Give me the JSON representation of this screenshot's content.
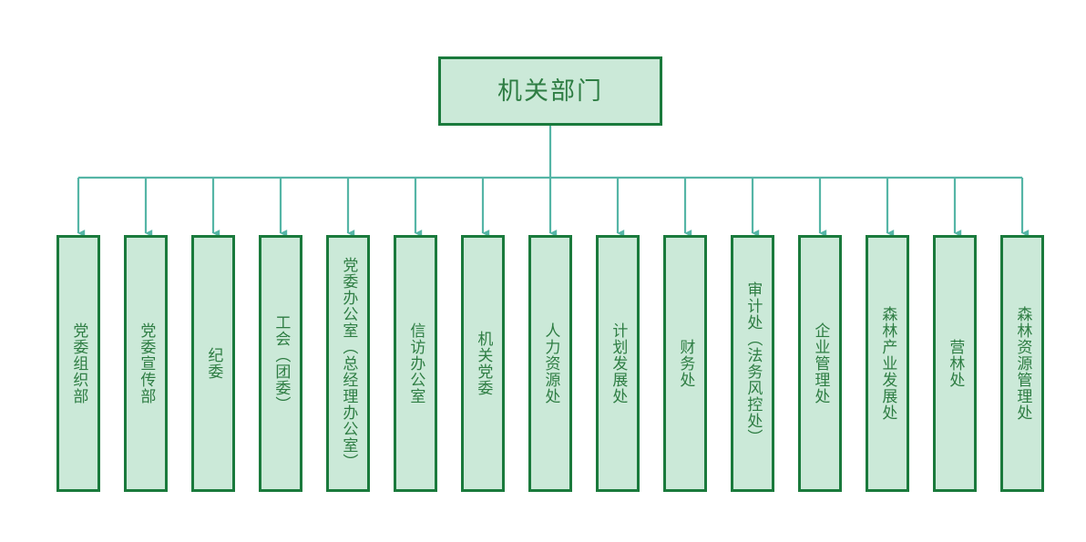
{
  "diagram": {
    "type": "organization-chart",
    "orientation": "top-down",
    "colors": {
      "node_fill": "#cbe9d8",
      "node_border": "#1a7a3c",
      "node_text": "#2e7d43",
      "connector": "#55b5a6",
      "background": "#ffffff"
    },
    "root": {
      "label": "机关部门"
    },
    "children": [
      {
        "label": "党委组织部"
      },
      {
        "label": "党委宣传部"
      },
      {
        "label": "纪委"
      },
      {
        "label": "工会（团委）"
      },
      {
        "label": "党委办公室（总经理办公室）"
      },
      {
        "label": "信访办公室"
      },
      {
        "label": "机关党委"
      },
      {
        "label": "人力资源处"
      },
      {
        "label": "计划发展处"
      },
      {
        "label": "财务处"
      },
      {
        "label": "审计处（法务风控处）"
      },
      {
        "label": "企业管理处"
      },
      {
        "label": "森林产业发展处"
      },
      {
        "label": "营林处"
      },
      {
        "label": "森林资源管理处"
      }
    ]
  }
}
